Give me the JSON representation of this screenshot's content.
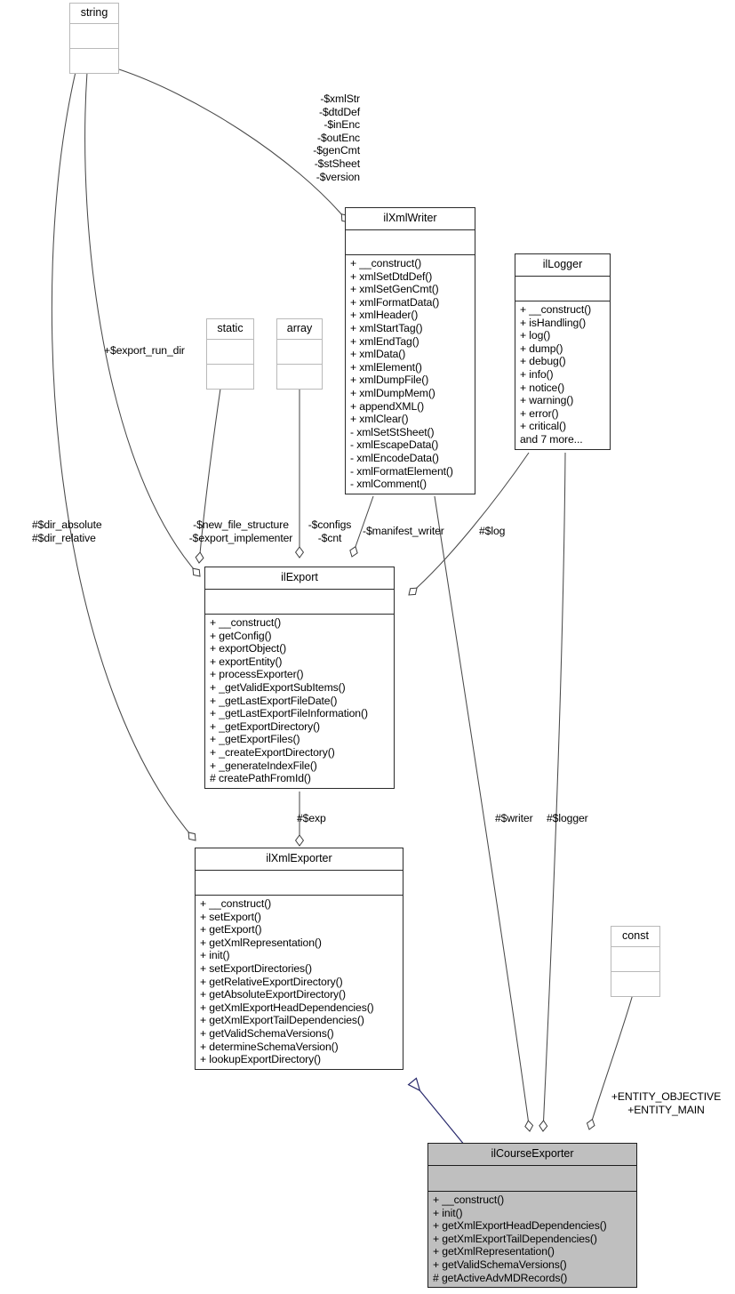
{
  "diagram": {
    "type": "uml-class-diagram",
    "title": "ilCourseExporter collaboration diagram",
    "colors": {
      "background": "#ffffff",
      "node_border": "#2a2a2a",
      "plain_border": "#b9b9b9",
      "current_fill": "#bfbfbf",
      "edge": "#4a4a4a",
      "inheritance_edge": "#27286b"
    }
  },
  "nodes": {
    "string": {
      "name": "string",
      "attributes": [],
      "operations": []
    },
    "static": {
      "name": "static",
      "attributes": [],
      "operations": []
    },
    "array": {
      "name": "array",
      "attributes": [],
      "operations": []
    },
    "const": {
      "name": "const",
      "attributes": [],
      "operations": []
    },
    "ilXmlWriter": {
      "name": "ilXmlWriter",
      "attributes": [],
      "operations": [
        "+ __construct()",
        "+ xmlSetDtdDef()",
        "+ xmlSetGenCmt()",
        "+ xmlFormatData()",
        "+ xmlHeader()",
        "+ xmlStartTag()",
        "+ xmlEndTag()",
        "+ xmlData()",
        "+ xmlElement()",
        "+ xmlDumpFile()",
        "+ xmlDumpMem()",
        "+ appendXML()",
        "+ xmlClear()",
        "- xmlSetStSheet()",
        "- xmlEscapeData()",
        "- xmlEncodeData()",
        "- xmlFormatElement()",
        "- xmlComment()"
      ]
    },
    "ilLogger": {
      "name": "ilLogger",
      "attributes": [],
      "operations": [
        "+ __construct()",
        "+ isHandling()",
        "+ log()",
        "+ dump()",
        "+ debug()",
        "+ info()",
        "+ notice()",
        "+ warning()",
        "+ error()",
        "+ critical()",
        "and 7 more..."
      ]
    },
    "ilExport": {
      "name": "ilExport",
      "attributes": [],
      "operations": [
        "+ __construct()",
        "+ getConfig()",
        "+ exportObject()",
        "+ exportEntity()",
        "+ processExporter()",
        "+ _getValidExportSubItems()",
        "+ _getLastExportFileDate()",
        "+ _getLastExportFileInformation()",
        "+ _getExportDirectory()",
        "+ _getExportFiles()",
        "+ _createExportDirectory()",
        "+ _generateIndexFile()",
        "# createPathFromId()"
      ]
    },
    "ilXmlExporter": {
      "name": "ilXmlExporter",
      "attributes": [],
      "operations": [
        "+ __construct()",
        "+ setExport()",
        "+ getExport()",
        "+ getXmlRepresentation()",
        "+ init()",
        "+ setExportDirectories()",
        "+ getRelativeExportDirectory()",
        "+ getAbsoluteExportDirectory()",
        "+ getXmlExportHeadDependencies()",
        "+ getXmlExportTailDependencies()",
        "+ getValidSchemaVersions()",
        "+ determineSchemaVersion()",
        "+ lookupExportDirectory()"
      ]
    },
    "ilCourseExporter": {
      "name": "ilCourseExporter",
      "attributes": [],
      "operations": [
        "+ __construct()",
        "+ init()",
        "+ getXmlExportHeadDependencies()",
        "+ getXmlExportTailDependencies()",
        "+ getXmlRepresentation()",
        "+ getValidSchemaVersions()",
        "# getActiveAdvMDRecords()"
      ]
    }
  },
  "edge_labels": {
    "xmlwriter_fields": "-$xmlStr\n-$dtdDef\n-$inEnc\n-$outEnc\n-$genCmt\n-$stSheet\n-$version",
    "export_run_dir": "+$export_run_dir",
    "dir_fields": "#$dir_absolute\n#$dir_relative",
    "new_file_structure": "-$new_file_structure\n-$export_implementer",
    "configs_cnt": "-$configs\n-$cnt",
    "manifest_writer": "-$manifest_writer",
    "log": "#$log",
    "exp": "#$exp",
    "writer": "#$writer",
    "logger": "#$logger",
    "entities": "+ENTITY_OBJECTIVE\n+ENTITY_MAIN"
  }
}
